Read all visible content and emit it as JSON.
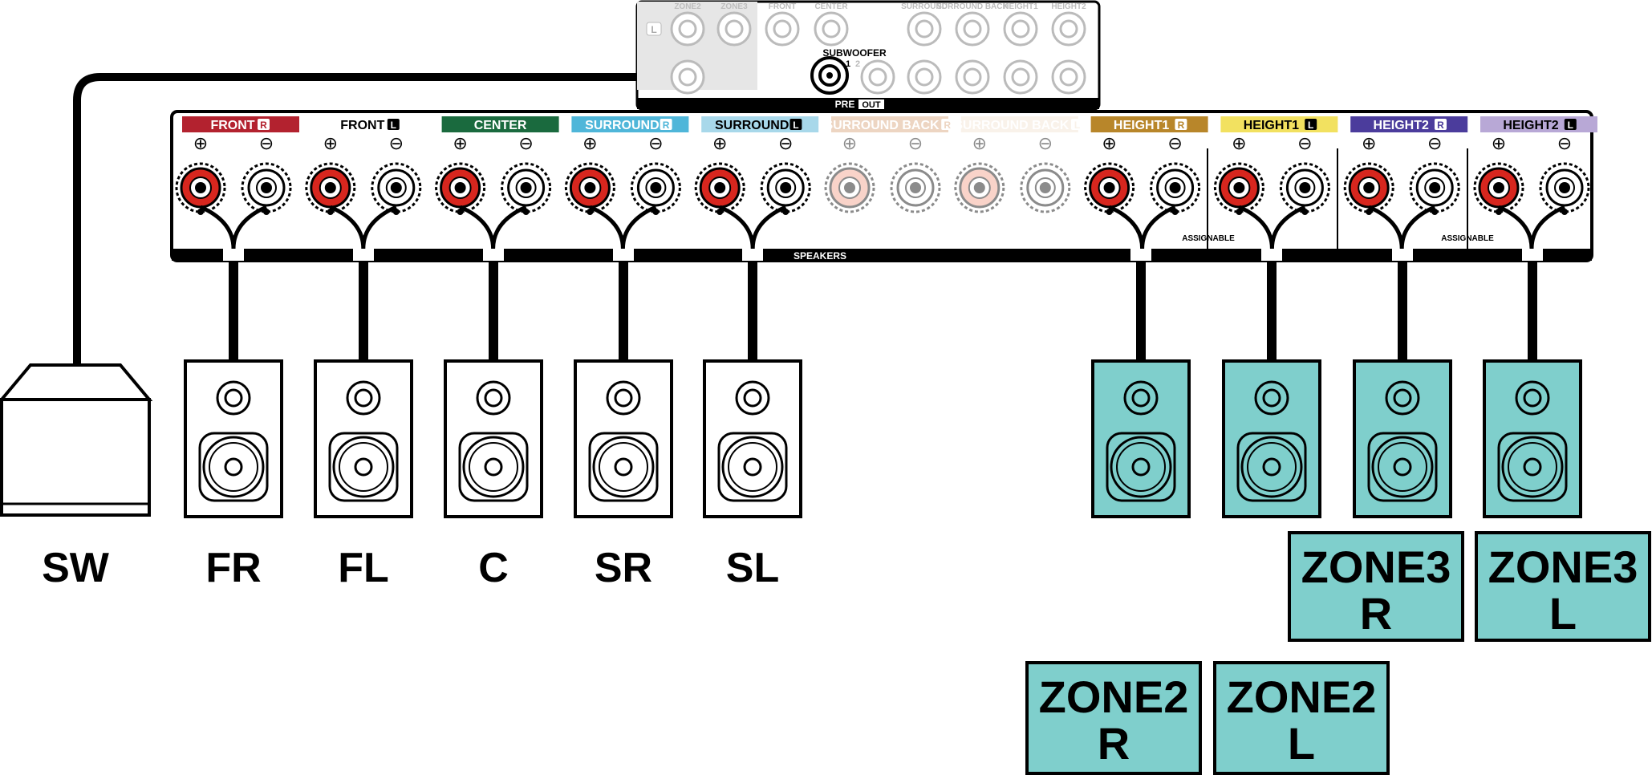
{
  "preout": {
    "top_labels": [
      "ZONE2",
      "ZONE3",
      "FRONT",
      "CENTER",
      "SURROUND",
      "SURROUND BACK",
      "HEIGHT1",
      "HEIGHT2"
    ],
    "l_tag": "L",
    "subwoofer_label": "SUBWOOFER",
    "sub_ch1": "1",
    "sub_ch2": "2",
    "pre_label": "PRE",
    "out_label": "OUT"
  },
  "speaker_panel": {
    "speakers_label": "SPEAKERS",
    "assignable_label": "ASSIGNABLE",
    "plus_symbol": "⊕",
    "minus_symbol": "⊖",
    "channels": [
      {
        "label": "FRONT",
        "side": "R",
        "color": "#B3222F",
        "text_color": "#ffffff",
        "dim": false
      },
      {
        "label": "FRONT",
        "side": "L",
        "color": "#ffffff",
        "text_color": "#000000",
        "dim": false
      },
      {
        "label": "CENTER",
        "side": "",
        "color": "#1A6A3E",
        "text_color": "#ffffff",
        "dim": false
      },
      {
        "label": "SURROUND",
        "side": "R",
        "color": "#4FB6D9",
        "text_color": "#ffffff",
        "dim": false
      },
      {
        "label": "SURROUND",
        "side": "L",
        "color": "#A8D8EA",
        "text_color": "#000000",
        "dim": false
      },
      {
        "label": "SURROUND BACK",
        "side": "R",
        "color": "#D9A47A",
        "text_color": "#ffffff",
        "dim": true
      },
      {
        "label": "SURROUND BACK",
        "side": "L",
        "color": "#F3E3D2",
        "text_color": "#ffffff",
        "dim": true
      },
      {
        "label": "HEIGHT1",
        "side": "R",
        "color": "#B8862A",
        "text_color": "#ffffff",
        "dim": false
      },
      {
        "label": "HEIGHT1",
        "side": "L",
        "color": "#F2E160",
        "text_color": "#000000",
        "dim": false
      },
      {
        "label": "HEIGHT2",
        "side": "R",
        "color": "#4B3C9C",
        "text_color": "#ffffff",
        "dim": false
      },
      {
        "label": "HEIGHT2",
        "side": "L",
        "color": "#B8A8D6",
        "text_color": "#000000",
        "dim": false
      }
    ]
  },
  "speakers": [
    {
      "label": "SW",
      "type": "subwoofer"
    },
    {
      "label": "FR",
      "type": "bookshelf",
      "color": "#ffffff"
    },
    {
      "label": "FL",
      "type": "bookshelf",
      "color": "#ffffff"
    },
    {
      "label": "C",
      "type": "bookshelf",
      "color": "#ffffff"
    },
    {
      "label": "SR",
      "type": "bookshelf",
      "color": "#ffffff"
    },
    {
      "label": "SL",
      "type": "bookshelf",
      "color": "#ffffff"
    },
    {
      "label": "",
      "type": "bookshelf",
      "color": "#7FCFCC"
    },
    {
      "label": "",
      "type": "bookshelf",
      "color": "#7FCFCC"
    },
    {
      "label": "",
      "type": "bookshelf",
      "color": "#7FCFCC"
    },
    {
      "label": "",
      "type": "bookshelf",
      "color": "#7FCFCC"
    }
  ],
  "zone_boxes": [
    {
      "line1": "ZONE3",
      "line2": "R"
    },
    {
      "line1": "ZONE3",
      "line2": "L"
    },
    {
      "line1": "ZONE2",
      "line2": "R"
    },
    {
      "line1": "ZONE2",
      "line2": "L"
    }
  ],
  "zone_color": "#7FCFCC"
}
